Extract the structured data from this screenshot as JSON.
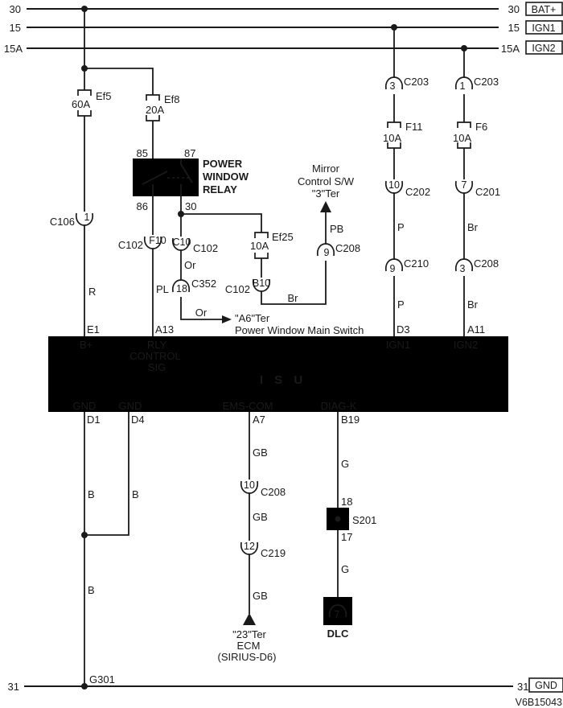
{
  "buses": {
    "b30": {
      "id_left": "30",
      "id_right": "30",
      "tag": "BAT+"
    },
    "b15": {
      "id_left": "15",
      "id_right": "15",
      "tag": "IGN1"
    },
    "b15a": {
      "id_left": "15A",
      "id_right": "15A",
      "tag": "IGN2"
    },
    "b31": {
      "id_left": "31",
      "id_right": "31",
      "tag": "GND"
    }
  },
  "fuses": {
    "ef5": {
      "name": "Ef5",
      "rating": "60A"
    },
    "ef8": {
      "name": "Ef8",
      "rating": "20A"
    },
    "ef25": {
      "name": "Ef25",
      "rating": "10A"
    },
    "f11": {
      "name": "F11",
      "rating": "10A"
    },
    "f6": {
      "name": "F6",
      "rating": "10A"
    }
  },
  "relay": {
    "pin85": "85",
    "pin86": "86",
    "pin87": "87",
    "pin30": "30",
    "name1": "POWER",
    "name2": "WINDOW",
    "name3": "RELAY"
  },
  "connectors": {
    "c106": {
      "pin": "1",
      "name": "C106"
    },
    "c102_f10": {
      "pin": "F10",
      "name": "C102"
    },
    "c102_c10": {
      "pin": "C10",
      "name": "C102"
    },
    "c352": {
      "pin": "18",
      "name": "C352"
    },
    "c102_b10": {
      "pin": "B10",
      "name": "C102"
    },
    "c208_pb": {
      "pin": "9",
      "name": "C208"
    },
    "c203_ign1": {
      "pin": "3",
      "name": "C203"
    },
    "c203_ign2": {
      "pin": "1",
      "name": "C203"
    },
    "c202": {
      "pin": "10",
      "name": "C202"
    },
    "c201": {
      "pin": "7",
      "name": "C201"
    },
    "c210": {
      "pin": "9",
      "name": "C210"
    },
    "c208_ign2": {
      "pin": "3",
      "name": "C208"
    },
    "c208_ems": {
      "pin": "10",
      "name": "C208"
    },
    "c219": {
      "pin": "12",
      "name": "C219"
    },
    "dlc": {
      "pin": "7"
    }
  },
  "wires": {
    "r": "R",
    "pl": "PL",
    "or1": "Or",
    "or2": "Or",
    "br1": "Br",
    "pb": "PB",
    "p1": "P",
    "p2": "P",
    "br2": "Br",
    "br3": "Br",
    "b1": "B",
    "b2": "B",
    "b3": "B",
    "gb1": "GB",
    "gb2": "GB",
    "gb3": "GB",
    "g1": "G",
    "g2": "G"
  },
  "isu": {
    "name": "I S U",
    "e1": "E1",
    "bplus": "B+",
    "a13": "A13",
    "rly1": "RLY",
    "rly2": "CONTROL",
    "rly3": "SIG",
    "d3": "D3",
    "ign1": "IGN1",
    "a11": "A11",
    "ign2": "IGN2",
    "d1": "D1",
    "gnd1": "GND",
    "d4": "D4",
    "gnd2": "GND",
    "a7": "A7",
    "ems": "EMS-COM",
    "b19": "B19",
    "diagk": "DIAG-K"
  },
  "dest": {
    "mirror1": "Mirror",
    "mirror2": "Control S/W",
    "mirror3": "\"3\"Ter",
    "pw1": "\"A6\"Ter",
    "pw2": "Power Window Main Switch",
    "ecm1": "\"23\"Ter",
    "ecm2": "ECM",
    "ecm3": "(SIRIUS-D6)",
    "dlc": "DLC"
  },
  "splice": {
    "name": "S201",
    "pin_in": "18",
    "pin_out": "17"
  },
  "ground": {
    "name": "G301"
  },
  "doc": "V6B15043"
}
